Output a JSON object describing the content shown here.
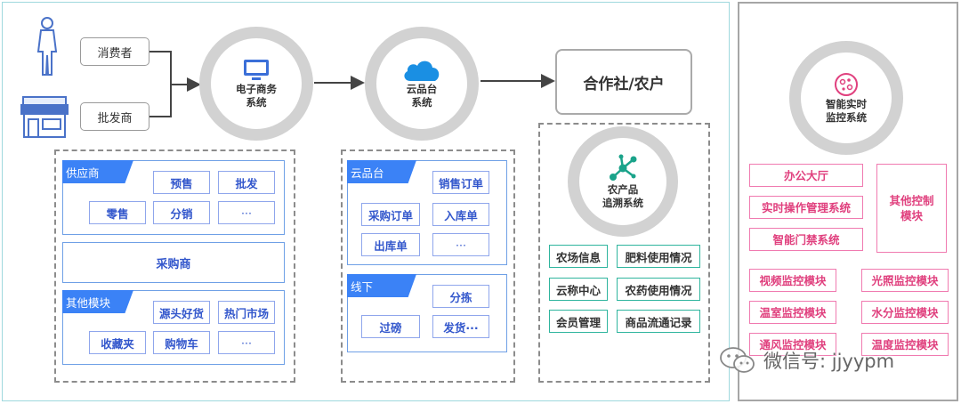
{
  "actors": {
    "consumer": "消费者",
    "wholesaler": "批发商"
  },
  "nodes": {
    "ecommerce": [
      "电子商务",
      "系统"
    ],
    "yunpintai": [
      "云品台",
      "系统"
    ],
    "coop": "合作社/农户",
    "trace": [
      "农产品",
      "追溯系统"
    ],
    "monitor": [
      "智能实时",
      "监控系统"
    ]
  },
  "panel1": {
    "supplier": {
      "header": "供应商",
      "items": [
        "预售",
        "批发",
        "零售",
        "分销",
        "···"
      ]
    },
    "purchaser": "采购商",
    "other": {
      "header": "其他模块",
      "items": [
        "源头好货",
        "热门市场",
        "收藏夹",
        "购物车",
        "···"
      ]
    }
  },
  "panel2": {
    "cloud": {
      "header": "云品台",
      "items": [
        "销售订单",
        "采购订单",
        "入库单",
        "出库单",
        "···"
      ]
    },
    "offline": {
      "header": "线下",
      "items": [
        "分拣",
        "过磅",
        "发货···"
      ]
    }
  },
  "panel3": {
    "items": [
      "农场信息",
      "肥料使用情况",
      "云称中心",
      "农药使用情况",
      "会员管理",
      "商品流通记录"
    ]
  },
  "panel4": {
    "items": [
      "办公大厅",
      "实时操作管理系统",
      "智能门禁系统",
      "视频监控模块",
      "温室监控模块",
      "通风监控模块",
      "光照监控模块",
      "水分监控模块",
      "温度监控模块"
    ],
    "other": [
      "其他控制",
      "模块"
    ]
  },
  "watermark": "微信号: jjyypm",
  "colors": {
    "accent_blue": "#3b82f6",
    "teal": "#2fb59e",
    "pink": "#e0407e",
    "ring_gray": "#d2d2d2"
  }
}
